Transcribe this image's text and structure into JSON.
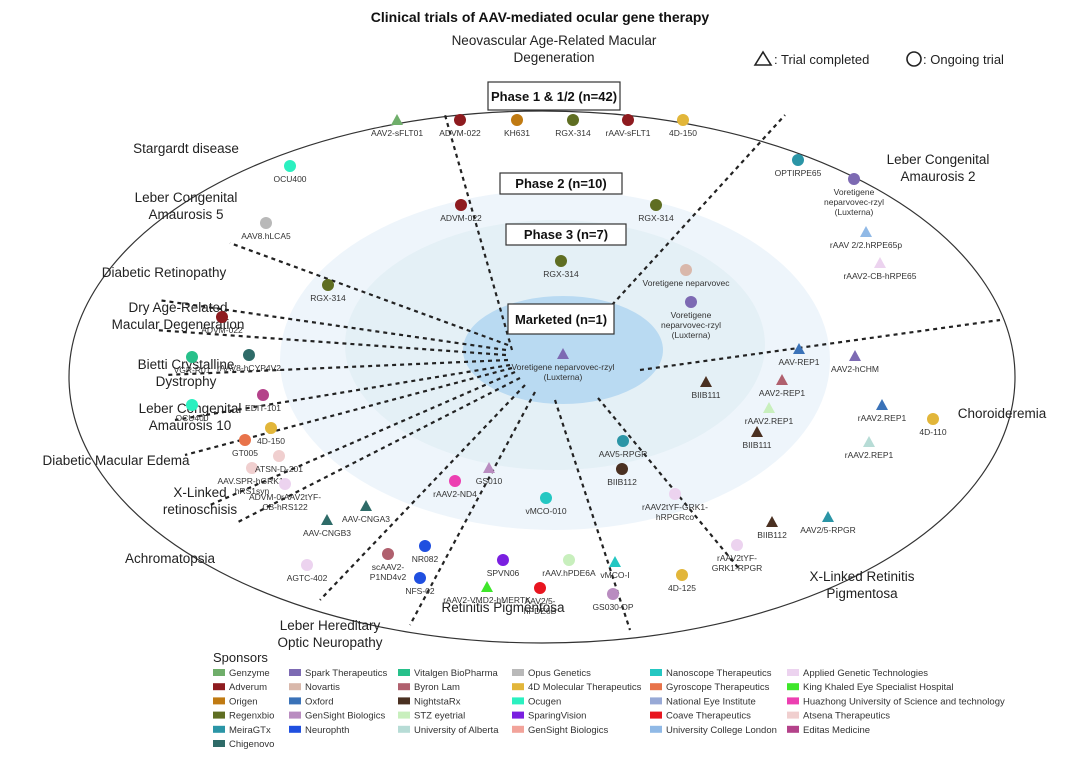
{
  "title": "Clinical trials of AAV-mediated ocular gene therapy",
  "key": {
    "completed": "△: Trial completed",
    "ongoing": ": Ongoing trial"
  },
  "phases": [
    {
      "id": "p1",
      "label": "Phase 1 & 1/2 (n=42)"
    },
    {
      "id": "p2",
      "label": "Phase 2 (n=10)"
    },
    {
      "id": "p3",
      "label": "Phase 3 (n=7)"
    },
    {
      "id": "mk",
      "label": "Marketed (n=1)"
    }
  ],
  "diseases": [
    {
      "name": "Neovascular Age-Related Macular Degeneration",
      "lines": [
        "Neovascular Age-Related Macular",
        "Degeneration"
      ]
    },
    {
      "name": "Stargardt disease",
      "lines": [
        "Stargardt disease"
      ]
    },
    {
      "name": "Leber Congenital Amaurosis 5",
      "lines": [
        "Leber Congenital",
        "Amaurosis 5"
      ]
    },
    {
      "name": "Diabetic Retinopathy",
      "lines": [
        "Diabetic Retinopathy"
      ]
    },
    {
      "name": "Dry Age-Related Macular Degeneration",
      "lines": [
        "Dry Age-Related",
        "Macular Degeneration"
      ]
    },
    {
      "name": "Bietti Crystalline Dystrophy",
      "lines": [
        "Bietti Crystalline",
        "Dystrophy"
      ]
    },
    {
      "name": "Leber Congenital Amaurosis 10",
      "lines": [
        "Leber Congenital",
        "Amaurosis 10"
      ]
    },
    {
      "name": "Diabetic Macular Edema",
      "lines": [
        "Diabetic Macular Edema"
      ]
    },
    {
      "name": "X-Linked retinoschisis",
      "lines": [
        "X-Linked",
        "retinoschisis"
      ]
    },
    {
      "name": "Achromatopsia",
      "lines": [
        "Achromatopsia"
      ]
    },
    {
      "name": "Leber Hereditary Optic Neuropathy",
      "lines": [
        "Leber Hereditary",
        "Optic Neuropathy"
      ]
    },
    {
      "name": "Retinitis Pigmentosa",
      "lines": [
        "Retinitis Pigmentosa"
      ]
    },
    {
      "name": "X-Linked Retinitis Pigmentosa",
      "lines": [
        "X-Linked Retinitis",
        "Pigmentosa"
      ]
    },
    {
      "name": "Choroideremia",
      "lines": [
        "Choroideremia"
      ]
    },
    {
      "name": "Leber Congenital Amaurosis 2",
      "lines": [
        "Leber Congenital",
        "Amaurosis 2"
      ]
    }
  ],
  "trials": [
    {
      "disease": "Neovascular AMD",
      "phase": "Phase 1 & 1/2",
      "drug": [
        "AAV2-sFLT01"
      ],
      "status": "completed",
      "sponsor": "Genzyme"
    },
    {
      "disease": "Neovascular AMD",
      "phase": "Phase 1 & 1/2",
      "drug": [
        "ADVM-022"
      ],
      "status": "ongoing",
      "sponsor": "Adverum"
    },
    {
      "disease": "Neovascular AMD",
      "phase": "Phase 1 & 1/2",
      "drug": [
        "KH631"
      ],
      "status": "ongoing",
      "sponsor": "Origen"
    },
    {
      "disease": "Neovascular AMD",
      "phase": "Phase 1 & 1/2",
      "drug": [
        "RGX-314"
      ],
      "status": "ongoing",
      "sponsor": "Regenxbio"
    },
    {
      "disease": "Neovascular AMD",
      "phase": "Phase 1 & 1/2",
      "drug": [
        "rAAV-sFLT1"
      ],
      "status": "ongoing",
      "sponsor": "Adverum"
    },
    {
      "disease": "Neovascular AMD",
      "phase": "Phase 1 & 1/2",
      "drug": [
        "4D-150"
      ],
      "status": "ongoing",
      "sponsor": "4D Molecular Therapeutics"
    },
    {
      "disease": "Neovascular AMD",
      "phase": "Phase 2",
      "drug": [
        "ADVM-022"
      ],
      "status": "ongoing",
      "sponsor": "Adverum"
    },
    {
      "disease": "Neovascular AMD",
      "phase": "Phase 2",
      "drug": [
        "RGX-314"
      ],
      "status": "ongoing",
      "sponsor": "Regenxbio"
    },
    {
      "disease": "Neovascular AMD",
      "phase": "Phase 3",
      "drug": [
        "RGX-314"
      ],
      "status": "ongoing",
      "sponsor": "Regenxbio"
    },
    {
      "disease": "Stargardt disease",
      "phase": "Phase 1 & 1/2",
      "drug": [
        "OCU400"
      ],
      "status": "ongoing",
      "sponsor": "Ocugen"
    },
    {
      "disease": "Leber Congenital Amaurosis 5",
      "phase": "Phase 1 & 1/2",
      "drug": [
        "AAV8.hLCA5"
      ],
      "status": "ongoing",
      "sponsor": "Opus Genetics"
    },
    {
      "disease": "Diabetic Retinopathy",
      "phase": "Phase 2",
      "drug": [
        "RGX-314"
      ],
      "status": "ongoing",
      "sponsor": "Regenxbio"
    },
    {
      "disease": "Dry AMD",
      "phase": "Phase 1 & 1/2",
      "drug": [
        "ADVM-022"
      ],
      "status": "ongoing",
      "sponsor": "Adverum"
    },
    {
      "disease": "Bietti Crystalline Dystrophy",
      "phase": "Phase 1 & 1/2",
      "drug": [
        "VGR-R01"
      ],
      "status": "ongoing",
      "sponsor": "Vitalgen BioPharma"
    },
    {
      "disease": "Bietti Crystalline Dystrophy",
      "phase": "Phase 1 & 1/2",
      "drug": [
        "rAAV8-hCYP4V2"
      ],
      "status": "ongoing",
      "sponsor": "Chigenovo"
    },
    {
      "disease": "Leber Congenital Amaurosis 10",
      "phase": "Phase 1 & 1/2",
      "drug": [
        "OCU400"
      ],
      "status": "ongoing",
      "sponsor": "Ocugen"
    },
    {
      "disease": "Leber Congenital Amaurosis 10",
      "phase": "Phase 1 & 1/2",
      "drug": [
        "EDIT-101"
      ],
      "status": "ongoing",
      "sponsor": "Editas Medicine"
    },
    {
      "disease": "Diabetic Macular Edema",
      "phase": "Phase 1 & 1/2",
      "drug": [
        "GT005"
      ],
      "status": "ongoing",
      "sponsor": "Gyroscope Therapeutics"
    },
    {
      "disease": "Diabetic Macular Edema",
      "phase": "Phase 1 & 1/2",
      "drug": [
        "4D-150"
      ],
      "status": "ongoing",
      "sponsor": "4D Molecular Therapeutics"
    },
    {
      "disease": "X-Linked retinoschisis",
      "phase": "Phase 1 & 1/2",
      "drug": [
        "AAV.SPR-hGRK1-",
        "hRS1syn"
      ],
      "status": "ongoing",
      "sponsor": "Atsena Therapeutics"
    },
    {
      "disease": "X-Linked retinoschisis",
      "phase": "Phase 1 & 1/2",
      "drug": [
        "ATSN-D-201"
      ],
      "status": "ongoing",
      "sponsor": "Atsena Therapeutics"
    },
    {
      "disease": "X-Linked retinoschisis",
      "phase": "Phase 1 & 1/2",
      "drug": [
        "ADVM-0rAAV2tYF-",
        "CB-hRS122"
      ],
      "status": "ongoing",
      "sponsor": "Applied Genetic Technologies"
    },
    {
      "disease": "Achromatopsia",
      "phase": "Phase 1 & 1/2",
      "drug": [
        "AAV-CNGA3"
      ],
      "status": "completed",
      "sponsor": "Chigenovo"
    },
    {
      "disease": "Achromatopsia",
      "phase": "Phase 1 & 1/2",
      "drug": [
        "AAV-CNGB3"
      ],
      "status": "completed",
      "sponsor": "Chigenovo"
    },
    {
      "disease": "Achromatopsia",
      "phase": "Phase 1 & 1/2",
      "drug": [
        "AGTC-402"
      ],
      "status": "ongoing",
      "sponsor": "Applied Genetic Technologies"
    },
    {
      "disease": "Leber Hereditary Optic Neuropathy",
      "phase": "Phase 1 & 1/2",
      "drug": [
        "scAAV2-",
        "P1ND4v2"
      ],
      "status": "ongoing",
      "sponsor": "Byron Lam"
    },
    {
      "disease": "Leber Hereditary Optic Neuropathy",
      "phase": "Phase 1 & 1/2",
      "drug": [
        "NR082"
      ],
      "status": "ongoing",
      "sponsor": "Neurophth"
    },
    {
      "disease": "Leber Hereditary Optic Neuropathy",
      "phase": "Phase 1 & 1/2",
      "drug": [
        "NFS-02"
      ],
      "status": "ongoing",
      "sponsor": "Neurophth"
    },
    {
      "disease": "Leber Hereditary Optic Neuropathy",
      "phase": "Phase 2",
      "drug": [
        "rAAV2-ND4"
      ],
      "status": "ongoing",
      "sponsor": "Huazhong University of Science and technology"
    },
    {
      "disease": "Leber Hereditary Optic Neuropathy",
      "phase": "Phase 3",
      "drug": [
        "GS010"
      ],
      "status": "completed",
      "sponsor": "GenSight Biologics"
    },
    {
      "disease": "Retinitis Pigmentosa",
      "phase": "Phase 1 & 1/2",
      "drug": [
        "SPVN06"
      ],
      "status": "ongoing",
      "sponsor": "SparingVision"
    },
    {
      "disease": "Retinitis Pigmentosa",
      "phase": "Phase 1 & 1/2",
      "drug": [
        "rAAV.hPDE6A"
      ],
      "status": "ongoing",
      "sponsor": "STZ eyetrial"
    },
    {
      "disease": "Retinitis Pigmentosa",
      "phase": "Phase 1 & 1/2",
      "drug": [
        "vMCO-I"
      ],
      "status": "completed",
      "sponsor": "Nanoscope Therapeutics"
    },
    {
      "disease": "Retinitis Pigmentosa",
      "phase": "Phase 1 & 1/2",
      "drug": [
        "rAAV2-VMD2-hMERTK"
      ],
      "status": "completed",
      "sponsor": "King Khaled Eye Specialist Hospital"
    },
    {
      "disease": "Retinitis Pigmentosa",
      "phase": "Phase 1 & 1/2",
      "drug": [
        "AAV2/5-",
        "hPDE6B"
      ],
      "status": "ongoing",
      "sponsor": "Coave Therapeutics"
    },
    {
      "disease": "Retinitis Pigmentosa",
      "phase": "Phase 1 & 1/2",
      "drug": [
        "GS030-DP"
      ],
      "status": "ongoing",
      "sponsor": "GenSight Biologics"
    },
    {
      "disease": "Retinitis Pigmentosa",
      "phase": "Phase 2",
      "drug": [
        "vMCO-010"
      ],
      "status": "ongoing",
      "sponsor": "Nanoscope Therapeutics"
    },
    {
      "disease": "X-Linked Retinitis Pigmentosa",
      "phase": "Phase 3",
      "drug": [
        "AAV5-RPGR"
      ],
      "status": "ongoing",
      "sponsor": "MeiraGTx"
    },
    {
      "disease": "X-Linked Retinitis Pigmentosa",
      "phase": "Phase 3",
      "drug": [
        "BIIB112"
      ],
      "status": "ongoing",
      "sponsor": "NightstaRx"
    },
    {
      "disease": "X-Linked Retinitis Pigmentosa",
      "phase": "Phase 2",
      "drug": [
        "rAAV2tYF-GRK1-",
        "hRPGRco"
      ],
      "status": "ongoing",
      "sponsor": "Applied Genetic Technologies"
    },
    {
      "disease": "X-Linked Retinitis Pigmentosa",
      "phase": "Phase 1 & 1/2",
      "drug": [
        "BIIB112"
      ],
      "status": "completed",
      "sponsor": "NightstaRx"
    },
    {
      "disease": "X-Linked Retinitis Pigmentosa",
      "phase": "Phase 1 & 1/2",
      "drug": [
        "AAV2/5-RPGR"
      ],
      "status": "completed",
      "sponsor": "MeiraGTx"
    },
    {
      "disease": "X-Linked Retinitis Pigmentosa",
      "phase": "Phase 1 & 1/2",
      "drug": [
        "rAAV2tYF-",
        "GRK1-RPGR"
      ],
      "status": "ongoing",
      "sponsor": "Applied Genetic Technologies"
    },
    {
      "disease": "X-Linked Retinitis Pigmentosa",
      "phase": "Phase 1 & 1/2",
      "drug": [
        "4D-125"
      ],
      "status": "ongoing",
      "sponsor": "4D Molecular Therapeutics"
    },
    {
      "disease": "Choroideremia",
      "phase": "Phase 3",
      "drug": [
        "BIIB111"
      ],
      "status": "completed",
      "sponsor": "NightstaRx"
    },
    {
      "disease": "Choroideremia",
      "phase": "Phase 2",
      "drug": [
        "AAV-REP1"
      ],
      "status": "completed",
      "sponsor": "Oxford"
    },
    {
      "disease": "Choroideremia",
      "phase": "Phase 2",
      "drug": [
        "AAV2-REP1"
      ],
      "status": "completed",
      "sponsor": "Byron Lam"
    },
    {
      "disease": "Choroideremia",
      "phase": "Phase 2",
      "drug": [
        "rAAV2.REP1"
      ],
      "status": "completed",
      "sponsor": "STZ eyetrial"
    },
    {
      "disease": "Choroideremia",
      "phase": "Phase 2",
      "drug": [
        "BIIB111"
      ],
      "status": "completed",
      "sponsor": "NightstaRx"
    },
    {
      "disease": "Choroideremia",
      "phase": "Phase 1 & 1/2",
      "drug": [
        "AAV2-hCHM"
      ],
      "status": "completed",
      "sponsor": "Spark Therapeutics"
    },
    {
      "disease": "Choroideremia",
      "phase": "Phase 1 & 1/2",
      "drug": [
        "rAAV2.REP1"
      ],
      "status": "completed",
      "sponsor": "Oxford"
    },
    {
      "disease": "Choroideremia",
      "phase": "Phase 1 & 1/2",
      "drug": [
        "4D-110"
      ],
      "status": "ongoing",
      "sponsor": "4D Molecular Therapeutics"
    },
    {
      "disease": "Choroideremia",
      "phase": "Phase 1 & 1/2",
      "drug": [
        "rAAV2.REP1"
      ],
      "status": "completed",
      "sponsor": "University of Alberta"
    },
    {
      "disease": "Leber Congenital Amaurosis 2",
      "phase": "Phase 3",
      "drug": [
        "Voretigene neparvovec"
      ],
      "status": "ongoing",
      "sponsor": "Novartis"
    },
    {
      "disease": "Leber Congenital Amaurosis 2",
      "phase": "Phase 3",
      "drug": [
        "Voretigene",
        "neparvovec-rzyl",
        "(Luxterna)"
      ],
      "status": "ongoing",
      "sponsor": "Spark Therapeutics"
    },
    {
      "disease": "Leber Congenital Amaurosis 2",
      "phase": "Phase 1 & 1/2",
      "drug": [
        "OPTIRPE65"
      ],
      "status": "ongoing",
      "sponsor": "MeiraGTx"
    },
    {
      "disease": "Leber Congenital Amaurosis 2",
      "phase": "Phase 1 & 1/2",
      "drug": [
        "Voretigene",
        "neparvovec-rzyl",
        "(Luxterna)"
      ],
      "status": "ongoing",
      "sponsor": "Spark Therapeutics"
    },
    {
      "disease": "Leber Congenital Amaurosis 2",
      "phase": "Phase 1 & 1/2",
      "drug": [
        "rAAV 2/2.hRPE65p"
      ],
      "status": "completed",
      "sponsor": "University College London"
    },
    {
      "disease": "Leber Congenital Amaurosis 2",
      "phase": "Phase 1 & 1/2",
      "drug": [
        "rAAV2-CB-hRPE65"
      ],
      "status": "completed",
      "sponsor": "Applied Genetic Technologies"
    },
    {
      "disease": "Leber Congenital Amaurosis 2",
      "phase": "Marketed",
      "drug": [
        "Voretigene neparvovec-rzyl",
        "(Luxterna)"
      ],
      "status": "completed",
      "sponsor": "Spark Therapeutics"
    }
  ],
  "legend": {
    "title": "Sponsors",
    "columns": [
      [
        {
          "name": "Genzyme",
          "color": "#6fae6a"
        },
        {
          "name": "Adverum",
          "color": "#8e1b1f"
        },
        {
          "name": "Origen",
          "color": "#c07a12"
        },
        {
          "name": "Regenxbio",
          "color": "#5f6e22"
        },
        {
          "name": "MeiraGTx",
          "color": "#2b95a6"
        },
        {
          "name": "Chigenovo",
          "color": "#2e6b68"
        }
      ],
      [
        {
          "name": "Spark Therapeutics",
          "color": "#7d6ab3"
        },
        {
          "name": "Novartis",
          "color": "#d9b8ab"
        },
        {
          "name": "Oxford",
          "color": "#3a72b8"
        },
        {
          "name": "GenSight Biologics",
          "color": "#b98cc0"
        },
        {
          "name": "Neurophth",
          "color": "#1f4fe0"
        }
      ],
      [
        {
          "name": "Vitalgen BioPharma",
          "color": "#27c08a"
        },
        {
          "name": "Byron Lam",
          "color": "#b0606e"
        },
        {
          "name": "NightstaRx",
          "color": "#4a3021"
        },
        {
          "name": "STZ eyetrial",
          "color": "#c8efbd"
        },
        {
          "name": "University of Alberta",
          "color": "#b7dcd6"
        }
      ],
      [
        {
          "name": "Opus Genetics",
          "color": "#b9b9b9"
        },
        {
          "name": "4D Molecular Therapeutics",
          "color": "#e2b63a"
        },
        {
          "name": "Ocugen",
          "color": "#2bf0c0"
        },
        {
          "name": "SparingVision",
          "color": "#7a1fe0"
        },
        {
          "name": "GenSight Biologics",
          "color": "#f2a39a"
        }
      ],
      [
        {
          "name": "Nanoscope Therapeutics",
          "color": "#24c7c2"
        },
        {
          "name": "Gyroscope Therapeutics",
          "color": "#e8734a"
        },
        {
          "name": "National Eye Institute",
          "color": "#98a9d6"
        },
        {
          "name": "Coave Therapeutics",
          "color": "#e8151f"
        },
        {
          "name": "University College London",
          "color": "#90b9e6"
        }
      ],
      [
        {
          "name": "Applied Genetic Technologies",
          "color": "#ecd3ef"
        },
        {
          "name": "King Khaled Eye Specialist Hospital",
          "color": "#3ee62a"
        },
        {
          "name": "Huazhong University of Science and technology",
          "color": "#ec3fb1"
        },
        {
          "name": "Atsena Therapeutics",
          "color": "#f0cfcf"
        },
        {
          "name": "Editas Medicine",
          "color": "#b4428a"
        }
      ]
    ]
  }
}
